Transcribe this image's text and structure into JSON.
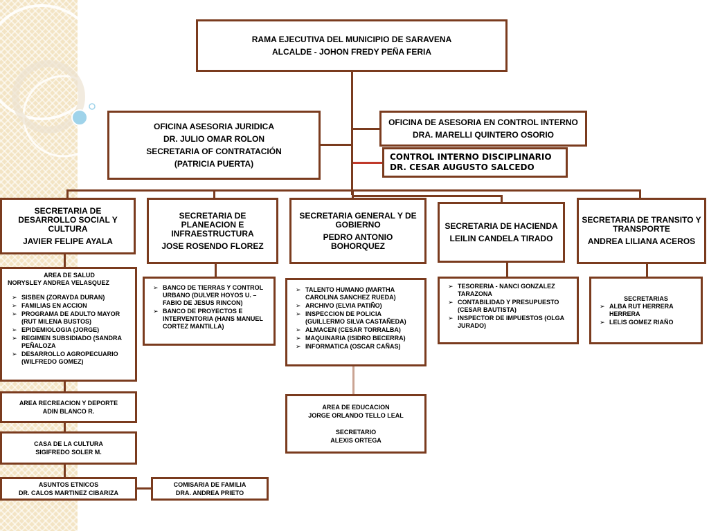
{
  "colors": {
    "line": "#7a3b1e",
    "accent": "#c0392b",
    "strip": "#f3e4c4",
    "bubble": "#9fd3ea"
  },
  "top": {
    "line1": "RAMA EJECUTIVA DEL MUNICIPIO DE SARAVENA",
    "line2": "ALCALDE - JOHON FREDY PEÑA FERIA"
  },
  "juridica": {
    "line1": "OFICINA ASESORIA JURIDICA",
    "line2": "DR. JULIO OMAR ROLON",
    "line3": "SECRETARIA OF CONTRATACIÓN",
    "line4": "(PATRICIA PUERTA)"
  },
  "control": {
    "line1": "OFICINA DE ASESORIA EN CONTROL INTERNO",
    "line2": "DRA. MARELLI QUINTERO OSORIO"
  },
  "disciplinario": {
    "line1": "CONTROL INTERNO DISCIPLINARIO",
    "line2": "DR. CESAR AUGUSTO SALCEDO"
  },
  "sec_social": {
    "title": "SECRETARIA DE DESARROLLO SOCIAL Y CULTURA",
    "name": "JAVIER FELIPE AYALA"
  },
  "sec_planeacion": {
    "title": "SECRETARIA DE PLANEACION E INFRAESTRUCTURA",
    "name": "JOSE ROSENDO FLOREZ"
  },
  "sec_general": {
    "title": "SECRETARIA GENERAL Y DE GOBIERNO",
    "name": "PEDRO ANTONIO BOHORQUEZ"
  },
  "sec_hacienda": {
    "title": "SECRETARIA DE HACIENDA",
    "name": "LEILIN CANDELA TIRADO"
  },
  "sec_transito": {
    "title": "SECRETARIA DE TRANSITO Y TRANSPORTE",
    "name": "ANDREA LILIANA ACEROS"
  },
  "salud": {
    "head1": "AREA DE SALUD",
    "head2": "NORYSLEY ANDREA VELASQUEZ",
    "items": [
      "SISBEN (ZORAYDA DURAN)",
      "FAMILIAS EN ACCION",
      "PROGRAMA DE ADULTO MAYOR (RUT MILENA BUSTOS)",
      "EPIDEMIOLOGIA (JORGE)",
      "REGIMEN SUBSIDIADO (SANDRA PEÑALOZA",
      "DESARROLLO AGROPECUARIO (WILFREDO GOMEZ)"
    ]
  },
  "recreacion": {
    "line1": "AREA RECREACION Y DEPORTE",
    "line2": "ADIN BLANCO R."
  },
  "cultura": {
    "line1": "CASA DE LA CULTURA",
    "line2": "SIGIFREDO SOLER M."
  },
  "etnicos": {
    "line1": "ASUNTOS ETNICOS",
    "line2": "DR. CALOS MARTINEZ CIBARIZA"
  },
  "comisaria": {
    "line1": "COMISARIA DE FAMILIA",
    "line2": "DRA. ANDREA PRIETO"
  },
  "planeacion_list": {
    "items": [
      "BANCO DE TIERRAS Y CONTROL URBANO (DULVER HOYOS U. – FABIO DE JESUS RINCON)",
      "BANCO DE PROYECTOS E INTERVENTORIA (HANS MANUEL CORTEZ MANTILLA)"
    ]
  },
  "general_list": {
    "items": [
      "TALENTO HUMANO (MARTHA CAROLINA SANCHEZ RUEDA)",
      "ARCHIVO (ELVIA PATIÑO)",
      "INSPECCION DE POLICIA (GUILLERMO SILVA CASTAÑEDA)",
      "ALMACEN (CESAR TORRALBA)",
      "MAQUINARIA (ISIDRO BECERRA)",
      "INFORMATICA (OSCAR CAÑAS)"
    ]
  },
  "educacion": {
    "line1": "AREA DE EDUCACION",
    "line2": "JORGE ORLANDO TELLO LEAL",
    "line3": "SECRETARIO",
    "line4": "ALEXIS ORTEGA"
  },
  "hacienda_list": {
    "items": [
      "TESORERIA - NANCI GONZALEZ TARAZONA",
      "CONTABILIDAD Y PRESUPUESTO (CESAR BAUTISTA)",
      "INSPECTOR DE IMPUESTOS (OLGA JURADO)"
    ]
  },
  "transito_list": {
    "head": "SECRETARIAS",
    "items": [
      "ALBA RUT HERRERA HERRERA",
      "LELIS GOMEZ RIAÑO"
    ]
  }
}
